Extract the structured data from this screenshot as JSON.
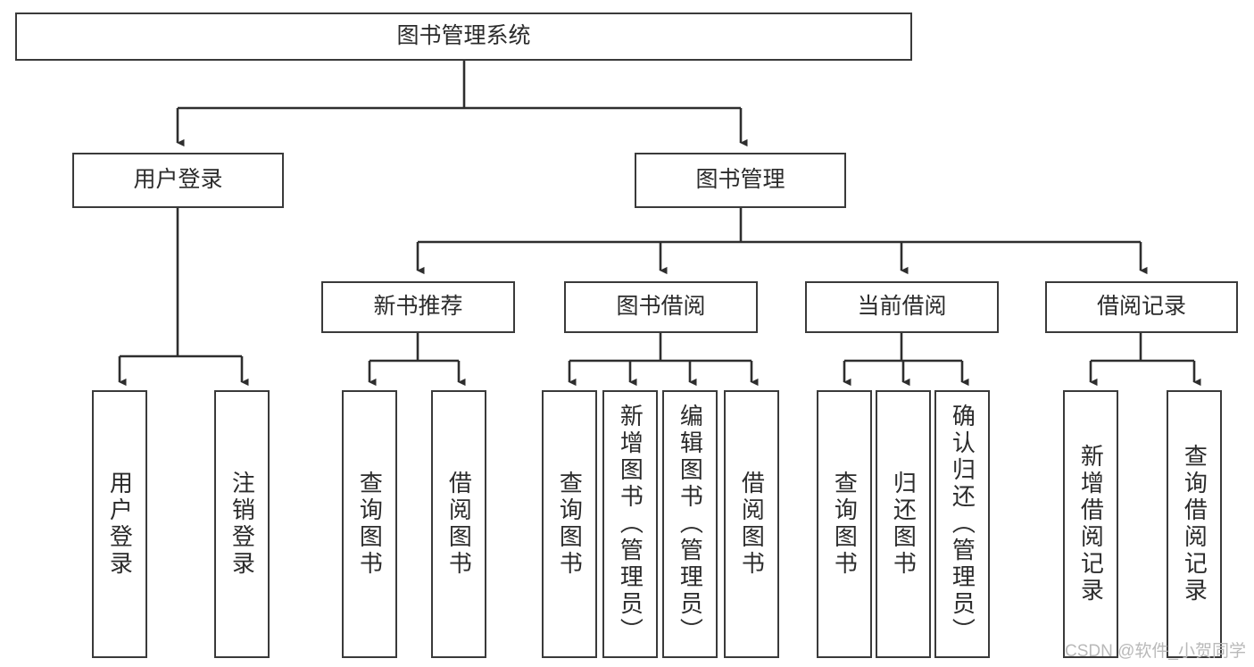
{
  "diagram": {
    "title_node": {
      "label": "图书管理系统"
    },
    "level2": [
      {
        "id": "user-login",
        "label": "用户登录"
      },
      {
        "id": "book-manage",
        "label": "图书管理"
      }
    ],
    "level3": [
      {
        "id": "new-book-recommend",
        "label": "新书推荐"
      },
      {
        "id": "book-borrow",
        "label": "图书借阅"
      },
      {
        "id": "current-borrow",
        "label": "当前借阅"
      },
      {
        "id": "borrow-record",
        "label": "借阅记录"
      }
    ],
    "leaves": {
      "user_login": [
        {
          "id": "leaf-user-login",
          "label": "用户登录"
        },
        {
          "id": "leaf-logout-login",
          "label": "注销登录"
        }
      ],
      "new_book_recommend": [
        {
          "id": "leaf-query-book-1",
          "label": "查询图书"
        },
        {
          "id": "leaf-borrow-book-1",
          "label": "借阅图书"
        }
      ],
      "book_borrow": [
        {
          "id": "leaf-query-book-2",
          "label": "查询图书"
        },
        {
          "id": "leaf-add-book",
          "label": "新增图书（管理员）"
        },
        {
          "id": "leaf-edit-book",
          "label": "编辑图书（管理员）"
        },
        {
          "id": "leaf-borrow-book-2",
          "label": "借阅图书"
        }
      ],
      "current_borrow": [
        {
          "id": "leaf-query-book-3",
          "label": "查询图书"
        },
        {
          "id": "leaf-return-book",
          "label": "归还图书"
        },
        {
          "id": "leaf-confirm-return",
          "label": "确认归还（管理员）"
        }
      ],
      "borrow_record": [
        {
          "id": "leaf-add-record",
          "label": "新增借阅记录"
        },
        {
          "id": "leaf-query-record",
          "label": "查询借阅记录"
        }
      ]
    }
  },
  "watermark": {
    "text": "CSDN @软件_小贺同学"
  },
  "colors": {
    "stroke": "#3a3a3a",
    "text": "#2b2b2b",
    "background": "#ffffff",
    "watermark": "#b9b9b9"
  }
}
